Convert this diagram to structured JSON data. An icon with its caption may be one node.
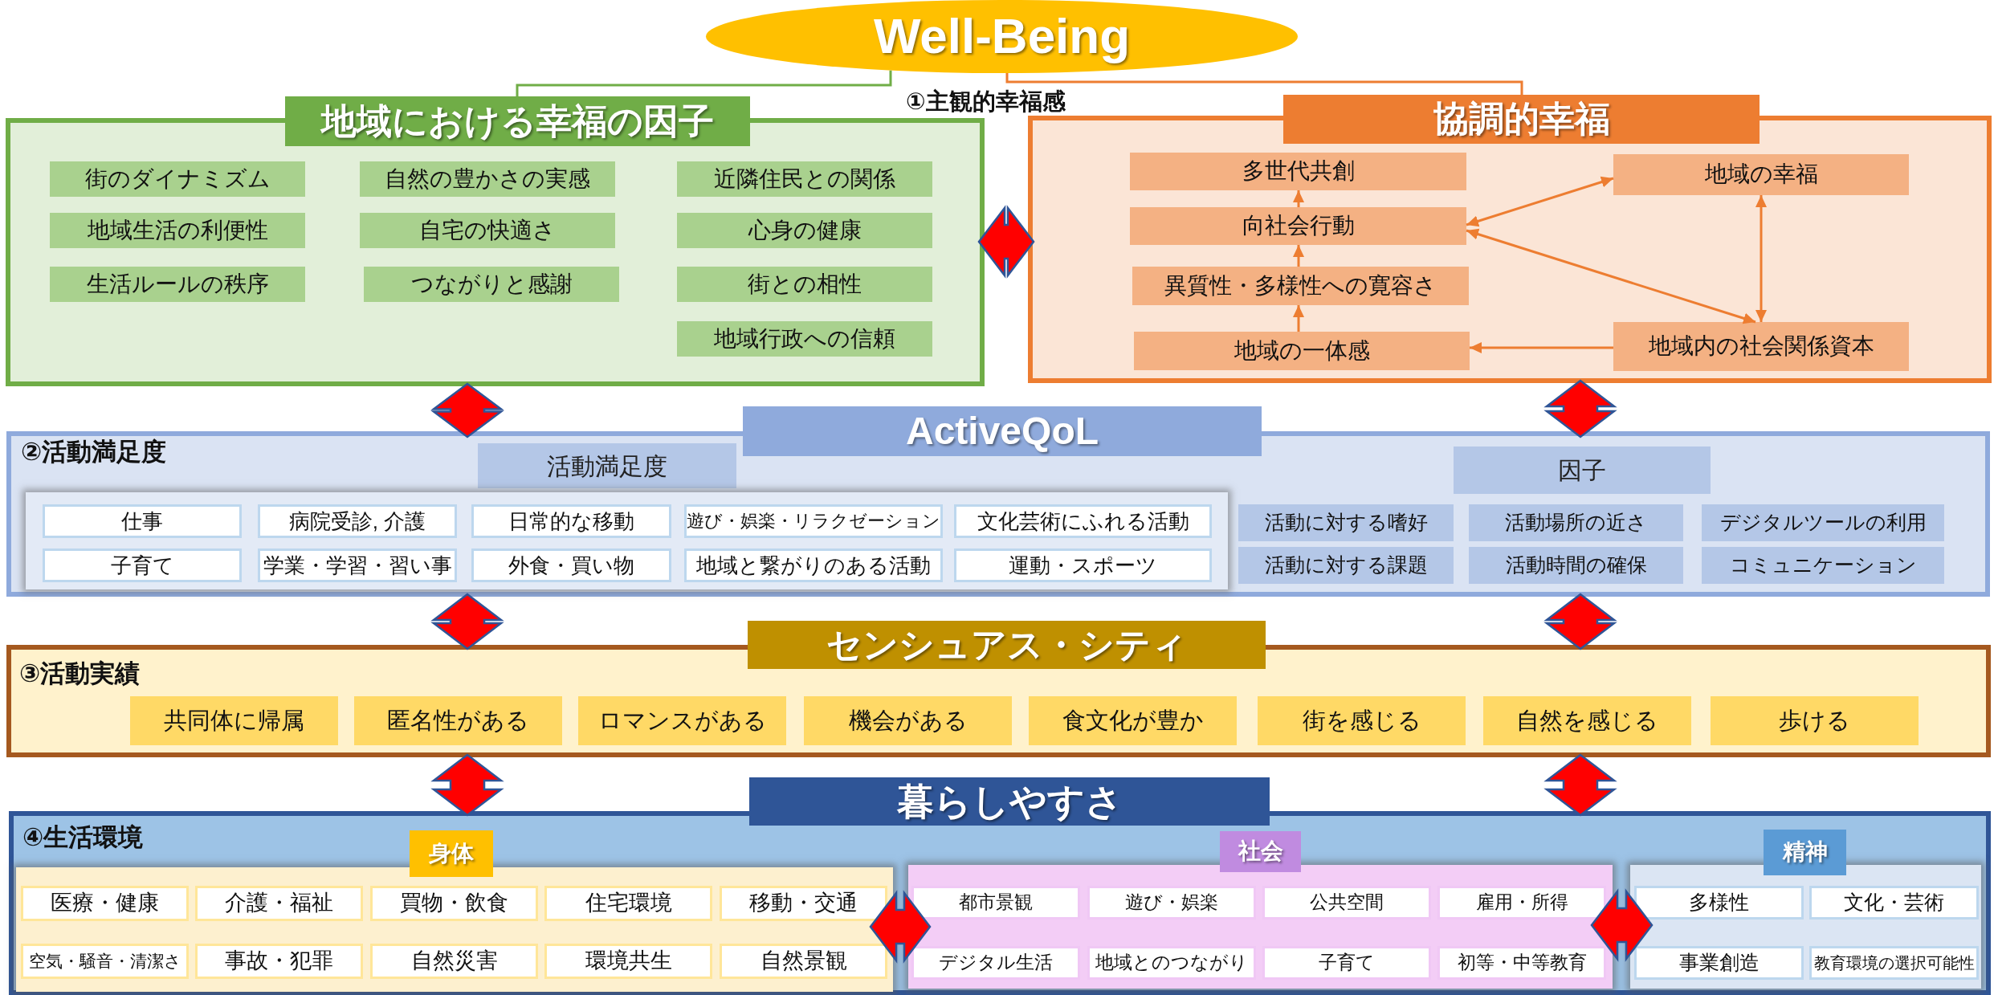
{
  "diagram": {
    "nodes": [
      {
        "text": [
          "Well-Being"
        ]
      },
      {
        "text": [
          "地域における幸福の因子"
        ]
      },
      {
        "text": [
          "街のダイナミズム"
        ],
        "in": 1
      },
      {
        "text": [
          "自然の豊かさの実感"
        ],
        "in": 1
      },
      {
        "text": [
          "近隣住民との関係"
        ],
        "in": 1
      },
      {
        "text": [
          "地域生活の利便性"
        ],
        "in": 1
      },
      {
        "text": [
          "自宅の快適さ"
        ],
        "in": 1
      },
      {
        "text": [
          "心身の健康"
        ],
        "in": 1
      },
      {
        "text": [
          "生活ルールの秩序"
        ],
        "in": 1
      },
      {
        "text": [
          "つながりと感謝"
        ],
        "in": 1
      },
      {
        "text": [
          "街との相性"
        ],
        "in": 1
      },
      {
        "text": [
          "地域行政への信頼"
        ],
        "in": 1
      },
      {
        "text": [
          "協調的幸福"
        ]
      },
      {
        "text": [
          "多世代共創"
        ],
        "in": 12
      },
      {
        "text": [
          "地域の幸福"
        ],
        "in": 12
      },
      {
        "text": [
          "向社会行動"
        ],
        "in": 12
      },
      {
        "text": [
          "異質性・多様性への寛容さ"
        ],
        "in": 12
      },
      {
        "text": [
          "地域の一体感"
        ],
        "in": 12
      },
      {
        "text": [
          "地域内の社会関係資本"
        ],
        "in": 12
      },
      {
        "text": [
          "ActiveQoL",
          "②活動満足度"
        ]
      },
      {
        "text": [
          "活動満足度"
        ],
        "in": 19
      },
      {
        "text": [],
        "shape": "box",
        "in": 19
      },
      {
        "text": [
          "仕事"
        ],
        "in": 21
      },
      {
        "text": [
          "病院受診, 介護"
        ],
        "in": 21
      },
      {
        "text": [
          "日常的な移動"
        ],
        "in": 21
      },
      {
        "text": [
          "遊び・娯楽・リラクゼーション"
        ],
        "in": 21
      },
      {
        "text": [
          "文化芸術にふれる活動"
        ],
        "in": 21
      },
      {
        "text": [
          "子育て"
        ],
        "in": 21
      },
      {
        "text": [
          "学業・学習・習い事"
        ],
        "in": 21
      },
      {
        "text": [
          "外食・買い物"
        ],
        "in": 21
      },
      {
        "text": [
          "地域と繋がりのある活動"
        ],
        "in": 21
      },
      {
        "text": [
          "運動・スポーツ"
        ],
        "in": 21
      },
      {
        "text": [
          "因子"
        ],
        "in": 19
      },
      {
        "text": [
          "活動に対する嗜好"
        ],
        "in": 19
      },
      {
        "text": [
          "活動場所の近さ"
        ],
        "in": 19
      },
      {
        "text": [
          "デジタルツールの利用"
        ],
        "in": 19
      },
      {
        "text": [
          "活動に対する課題"
        ],
        "in": 19
      },
      {
        "text": [
          "活動時間の確保"
        ],
        "in": 19
      },
      {
        "text": [
          "コミュニケーション"
        ],
        "in": 19
      },
      {
        "text": [
          "センシュアス・シティ",
          "③活動実績"
        ]
      },
      {
        "text": [
          "共同体に帰属"
        ],
        "in": 39
      },
      {
        "text": [
          "匿名性がある"
        ],
        "in": 39
      },
      {
        "text": [
          "ロマンスがある"
        ],
        "in": 39
      },
      {
        "text": [
          "機会がある"
        ],
        "in": 39
      },
      {
        "text": [
          "食文化が豊か"
        ],
        "in": 39
      },
      {
        "text": [
          "街を感じる"
        ],
        "in": 39
      },
      {
        "text": [
          "自然を感じる"
        ],
        "in": 39
      },
      {
        "text": [
          "歩ける"
        ],
        "in": 39
      },
      {
        "text": [
          "暮らしやすさ",
          "④生活環境"
        ]
      },
      {
        "text": [
          "身体"
        ],
        "in": 48
      },
      {
        "text": [
          "医療・健康"
        ],
        "in": 49
      },
      {
        "text": [
          "介護・福祉"
        ],
        "in": 49
      },
      {
        "text": [
          "買物・飲食"
        ],
        "in": 49
      },
      {
        "text": [
          "住宅環境"
        ],
        "in": 49
      },
      {
        "text": [
          "移動・交通"
        ],
        "in": 49
      },
      {
        "text": [
          "空気・騒音・清潔さ"
        ],
        "in": 49
      },
      {
        "text": [
          "事故・犯罪"
        ],
        "in": 49
      },
      {
        "text": [
          "自然災害"
        ],
        "in": 49
      },
      {
        "text": [
          "環境共生"
        ],
        "in": 49
      },
      {
        "text": [
          "自然景観"
        ],
        "in": 49
      },
      {
        "text": [
          "社会"
        ],
        "in": 48
      },
      {
        "text": [
          "都市景観"
        ],
        "in": 60
      },
      {
        "text": [
          "遊び・娯楽"
        ],
        "in": 60
      },
      {
        "text": [
          "公共空間"
        ],
        "in": 60
      },
      {
        "text": [
          "雇用・所得"
        ],
        "in": 60
      },
      {
        "text": [
          "デジタル生活"
        ],
        "in": 60
      },
      {
        "text": [
          "地域とのつながり"
        ],
        "in": 60
      },
      {
        "text": [
          "子育て"
        ],
        "in": 60
      },
      {
        "text": [
          "初等・中等教育"
        ],
        "in": 60
      },
      {
        "text": [
          "精神"
        ],
        "in": 48
      },
      {
        "text": [
          "多様性"
        ],
        "in": 69
      },
      {
        "text": [
          "文化・芸術"
        ],
        "in": 69
      },
      {
        "text": [
          "事業創造"
        ],
        "in": 69
      },
      {
        "text": [
          "教育環境の選択可能性"
        ],
        "in": 69
      }
    ],
    "edges": [
      {
        "from": 0,
        "to": 1,
        "arrow": "none",
        "color": "#70ad47"
      },
      {
        "from": 0,
        "to": 12,
        "arrow": "none",
        "color": "#ed7d31"
      },
      {
        "from": 15,
        "to": 13,
        "arrow": "to",
        "color": "#ed7d31"
      },
      {
        "from": 16,
        "to": 15,
        "arrow": "to",
        "color": "#ed7d31"
      },
      {
        "from": 17,
        "to": 16,
        "arrow": "to",
        "color": "#ed7d31"
      },
      {
        "from": 18,
        "to": 17,
        "arrow": "to",
        "color": "#ed7d31"
      },
      {
        "from": 15,
        "to": 14,
        "arrow": "both",
        "color": "#ed7d31"
      },
      {
        "from": 15,
        "to": 18,
        "arrow": "both",
        "color": "#ed7d31"
      },
      {
        "from": 14,
        "to": 18,
        "arrow": "both",
        "color": "#ed7d31"
      },
      {
        "from": 1,
        "to": 12,
        "arrow": "both",
        "style": "thick"
      },
      {
        "from": 1,
        "to": 19,
        "arrow": "both",
        "style": "thick"
      },
      {
        "from": 12,
        "to": 19,
        "arrow": "both",
        "style": "thick"
      },
      {
        "from": 19,
        "to": 39,
        "arrow": "both",
        "style": "thick"
      },
      {
        "from": 19,
        "to": 39,
        "arrow": "both",
        "style": "thick"
      },
      {
        "from": 39,
        "to": 48,
        "arrow": "both",
        "style": "thick"
      },
      {
        "from": 39,
        "to": 48,
        "arrow": "both",
        "style": "thick"
      },
      {
        "from": 49,
        "to": 60,
        "arrow": "both",
        "style": "thick"
      },
      {
        "from": 60,
        "to": 69,
        "arrow": "both",
        "style": "thick"
      }
    ],
    "labels": [
      "①主観的幸福感"
    ]
  }
}
